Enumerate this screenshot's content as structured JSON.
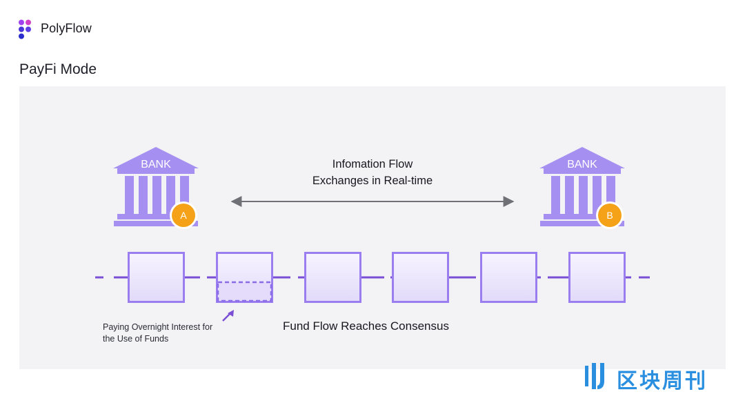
{
  "header": {
    "brand": "PolyFlow",
    "page_title": "PayFi Mode"
  },
  "diagram": {
    "bank_a": {
      "label": "BANK",
      "badge": "A"
    },
    "bank_b": {
      "label": "BANK",
      "badge": "B"
    },
    "info_flow": [
      "Infomation Flow",
      "Exchanges in Real-time"
    ],
    "fund_flow_label": "Fund Flow Reaches Consensus",
    "interest_note": [
      "Paying Overnight Interest for",
      "the Use of Funds"
    ],
    "block_count": 6
  },
  "colors": {
    "purple": "#9a7ef0",
    "bank_fill": "#a58ff0",
    "chain_line": "#7a4fd6",
    "badge": "#f5a218",
    "panel_bg": "#f3f3f5",
    "watermark": "#2b8fe0"
  },
  "watermark": {
    "text": "区块周刊"
  }
}
